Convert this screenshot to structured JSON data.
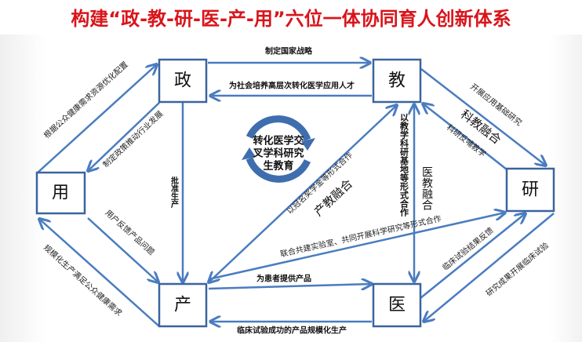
{
  "title": "构建“政-教-研-医-产-用”六位一体协同育人创新体系",
  "colors": {
    "title": "#d9141b",
    "arrow": "#4a7cc0",
    "box_border": "#3a64a0",
    "cycle": "#3f6eae"
  },
  "nodes": {
    "zheng": "政",
    "jiao": "教",
    "yan": "研",
    "yong": "用",
    "chan": "产",
    "yi": "医"
  },
  "center": {
    "line1": "转化医学交",
    "line2": "叉学科研究",
    "line3": "生教育"
  },
  "edges": {
    "zheng_to_jiao": "制定国家战略",
    "jiao_to_zheng": "为社会培养高层次转化医学应用人才",
    "yong_to_zheng": "根据公众健康需求资源优化配置",
    "zheng_to_yong": "制定政策推动行业发展",
    "zheng_to_chan": "批准生产",
    "yong_to_chan": "用户反馈产品问题",
    "chan_to_yong": "规模化生产满足公众健康需求",
    "chan_jiao": "以冠名奖学金等形式合作",
    "chan_jiao_theme": "产教融合",
    "jiao_yi": "以教学科研基地等形式合作",
    "jiao_yi_theme": "医教融合",
    "jiao_to_yan": "开展应用基础研究",
    "yan_to_jiao": "科研反哺教学",
    "jiao_yan_theme": "科教融合",
    "chan_yan": "联合共建实验室、共同开展科学研究等形式合作",
    "chan_to_yi": "为患者提供产品",
    "yi_to_chan": "临床试验成功的产品规模化生产",
    "yi_to_yan": "临床试验结果反馈",
    "yan_to_yi": "研究成果开展临床试验"
  }
}
